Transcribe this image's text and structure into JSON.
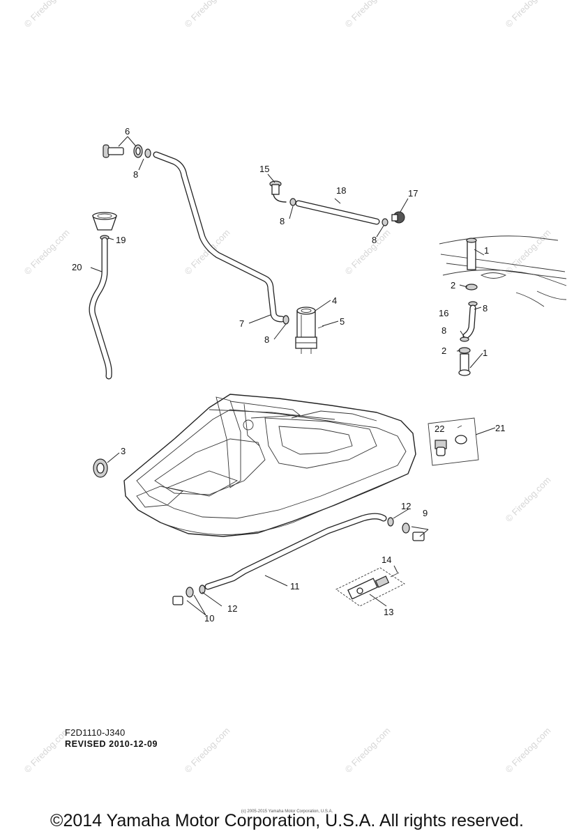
{
  "watermark_text": "© Firedog.com",
  "callouts": {
    "c1a": "1",
    "c1b": "1",
    "c2a": "2",
    "c2b": "2",
    "c3": "3",
    "c4": "4",
    "c5": "5",
    "c6": "6",
    "c7": "7",
    "c8a": "8",
    "c8b": "8",
    "c8c": "8",
    "c8d": "8",
    "c8e": "8",
    "c8f": "8",
    "c9": "9",
    "c10": "10",
    "c11": "11",
    "c12a": "12",
    "c12b": "12",
    "c13": "13",
    "c14": "14",
    "c15": "15",
    "c16": "16",
    "c17": "17",
    "c18": "18",
    "c19": "19",
    "c20": "20",
    "c21": "21",
    "c22": "22"
  },
  "diagram_code": "F2D1110-J340",
  "revised_label": "REVISED 2010-12-09",
  "small_copyright": "(c) 2005-2015 Yamaha Motor Corporation, U.S.A.",
  "copyright": "©2014 Yamaha Motor Corporation, U.S.A. All rights reserved."
}
